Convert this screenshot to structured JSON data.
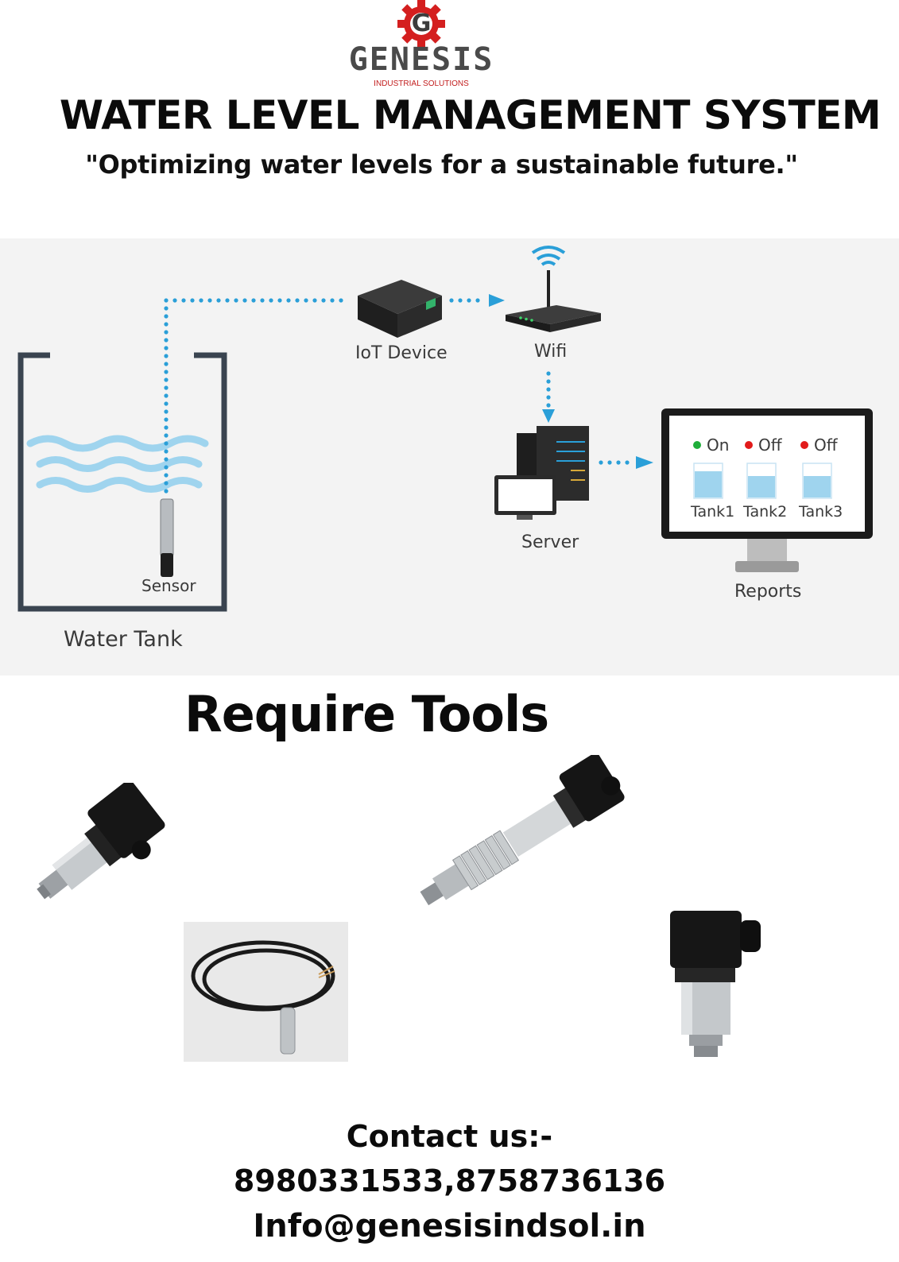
{
  "logo": {
    "name": "GENESIS",
    "subtitle": "INDUSTRIAL SOLUTIONS"
  },
  "header": {
    "title": "WATER LEVEL MANAGEMENT SYSTEM",
    "tagline": "\"Optimizing water levels for a sustainable future.\""
  },
  "diagram": {
    "iot_label": "IoT Device",
    "wifi_label": "Wifi",
    "server_label": "Server",
    "reports_label": "Reports",
    "sensor_label": "Sensor",
    "tank_label": "Water Tank",
    "monitor": {
      "tanks": [
        {
          "status": "On",
          "status_color": "#1fae3a",
          "name": "Tank1"
        },
        {
          "status": "Off",
          "status_color": "#e21b1b",
          "name": "Tank2"
        },
        {
          "status": "Off",
          "status_color": "#e21b1b",
          "name": "Tank3"
        }
      ]
    },
    "colors": {
      "dots": "#2a9fd8",
      "water": "#9fd4ee",
      "tank_wall": "#3a4450"
    }
  },
  "tools": {
    "title": "Require Tools",
    "items": [
      "pressure-transmitter-1",
      "submersible-level-sensor",
      "pressure-transmitter-finned",
      "pressure-transmitter-2"
    ]
  },
  "contact": {
    "heading": "Contact us:-",
    "phones": "8980331533,8758736136",
    "email": "Info@genesisindsol.in"
  }
}
